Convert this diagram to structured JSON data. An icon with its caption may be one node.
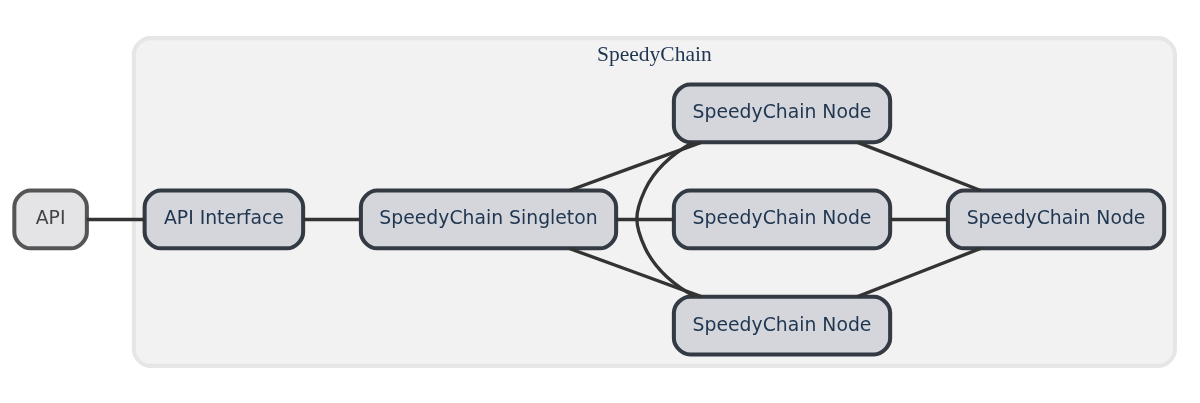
{
  "diagram": {
    "nodes": [
      {
        "text": [
          "SpeedyChain"
        ]
      },
      {
        "text": [
          "API"
        ]
      },
      {
        "text": [
          "API Interface"
        ],
        "in": 0
      },
      {
        "text": [
          "SpeedyChain Singleton"
        ],
        "in": 0
      },
      {
        "text": [
          "SpeedyChain Node"
        ],
        "in": 0
      },
      {
        "text": [
          "SpeedyChain Node"
        ],
        "in": 0
      },
      {
        "text": [
          "SpeedyChain Node"
        ],
        "in": 0
      },
      {
        "text": [
          "SpeedyChain Node"
        ],
        "in": 0
      }
    ],
    "edges": [
      {
        "from": 1,
        "to": 2,
        "arrow": "none"
      },
      {
        "from": 2,
        "to": 3,
        "arrow": "none"
      },
      {
        "from": 3,
        "to": 4,
        "arrow": "none"
      },
      {
        "from": 3,
        "to": 5,
        "arrow": "none"
      },
      {
        "from": 3,
        "to": 6,
        "arrow": "none"
      },
      {
        "from": 4,
        "to": 7,
        "arrow": "none"
      },
      {
        "from": 5,
        "to": 7,
        "arrow": "none"
      },
      {
        "from": 6,
        "to": 7,
        "arrow": "none"
      },
      {
        "from": 4,
        "to": 6,
        "arrow": "none"
      }
    ]
  }
}
